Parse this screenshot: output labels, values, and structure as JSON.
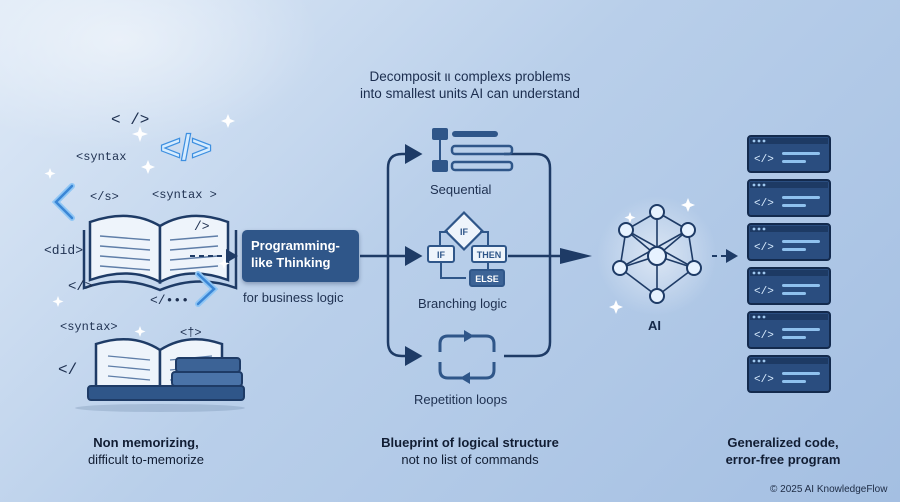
{
  "header_caption": {
    "line1": "Decomposit ιι complexs problems",
    "line2": "into smallest units AI can understand"
  },
  "left": {
    "code_tags": [
      "< />",
      "<syntax",
      "</s>",
      "<syntax >",
      "<did>",
      "</>",
      "<syntax>",
      "</",
      "/>",
      "</•••",
      "</>",
      "<†>"
    ],
    "bottom_line1": "Non memorizing,",
    "bottom_line2": "difficult to-memorize"
  },
  "programming_box": {
    "line1": "Programming-",
    "line2": "like Thinking",
    "sublabel": "for business logic"
  },
  "branches": {
    "sequential": "Sequential",
    "branching": "Branching logic",
    "repetition": "Repetition loops",
    "if_label": "IF",
    "if_left": "IF",
    "then_label": "THEN",
    "else_label": "ELSE"
  },
  "center_bottom": {
    "line1": "Blueprint of logical structure",
    "line2": "not no list of commands"
  },
  "ai": {
    "label": "AI"
  },
  "code_stack": {
    "count": 6,
    "tag_glyph": "</>",
    "bottom_line1": "Generalized code,",
    "bottom_line2": "error-free program"
  },
  "footer": {
    "copyright": "© 2025 AI KnowledgeFlow"
  },
  "colors": {
    "navy": "#2f5689",
    "ink": "#1e3b66",
    "accent_glow": "#5aa6e8"
  }
}
